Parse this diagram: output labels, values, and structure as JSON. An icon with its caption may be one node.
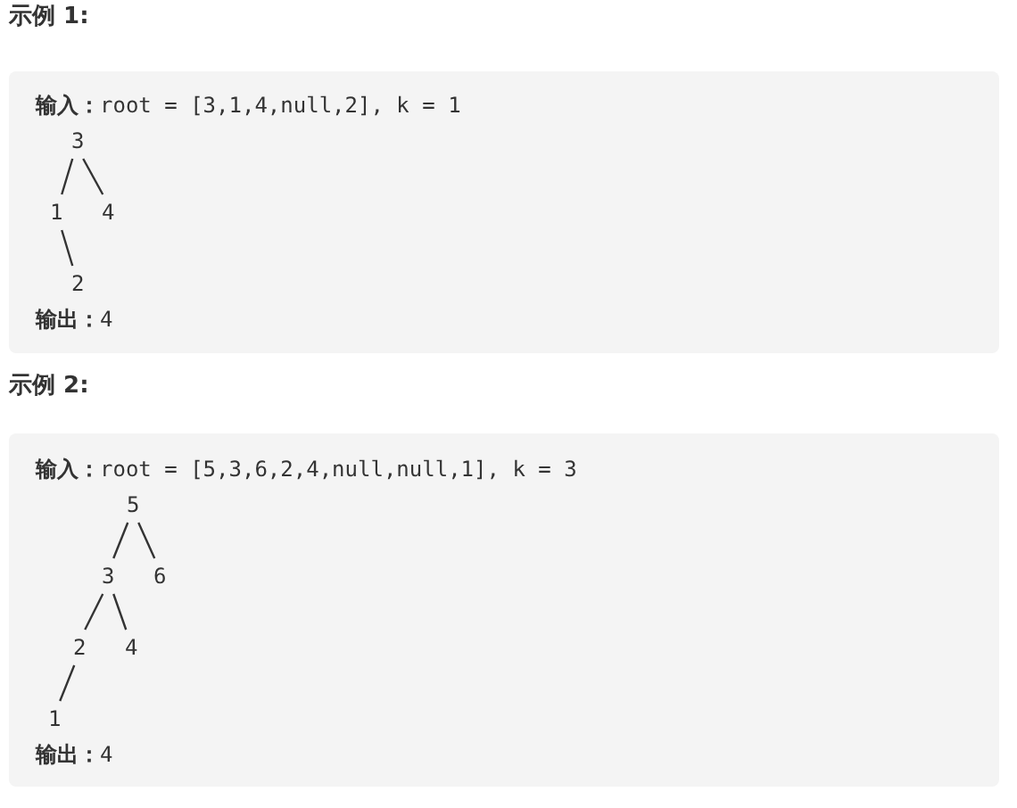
{
  "diagram": {
    "nodes": [
      {
        "text": [
          "3"
        ]
      },
      {
        "text": [
          "1"
        ]
      },
      {
        "text": [
          "4"
        ]
      },
      {
        "text": [
          "2"
        ]
      },
      {
        "text": [
          "5"
        ]
      },
      {
        "text": [
          "3"
        ]
      },
      {
        "text": [
          "6"
        ]
      },
      {
        "text": [
          "2"
        ]
      },
      {
        "text": [
          "4"
        ]
      },
      {
        "text": [
          "1"
        ]
      }
    ],
    "edges": [
      {
        "from": 0,
        "to": 1,
        "arrow": "none"
      },
      {
        "from": 0,
        "to": 2,
        "arrow": "none"
      },
      {
        "from": 1,
        "to": 3,
        "arrow": "none"
      },
      {
        "from": 4,
        "to": 5,
        "arrow": "none"
      },
      {
        "from": 4,
        "to": 6,
        "arrow": "none"
      },
      {
        "from": 5,
        "to": 7,
        "arrow": "none"
      },
      {
        "from": 5,
        "to": 8,
        "arrow": "none"
      },
      {
        "from": 7,
        "to": 9,
        "arrow": "none"
      }
    ],
    "labels": [
      "示例 1:",
      "**输入：**root = [3,1,4,null,2], k = 1",
      "**输出：**4",
      "示例 2:",
      "**输入：**root = [5,3,6,2,4,null,null,1], k = 3",
      "**输出：**4"
    ]
  }
}
